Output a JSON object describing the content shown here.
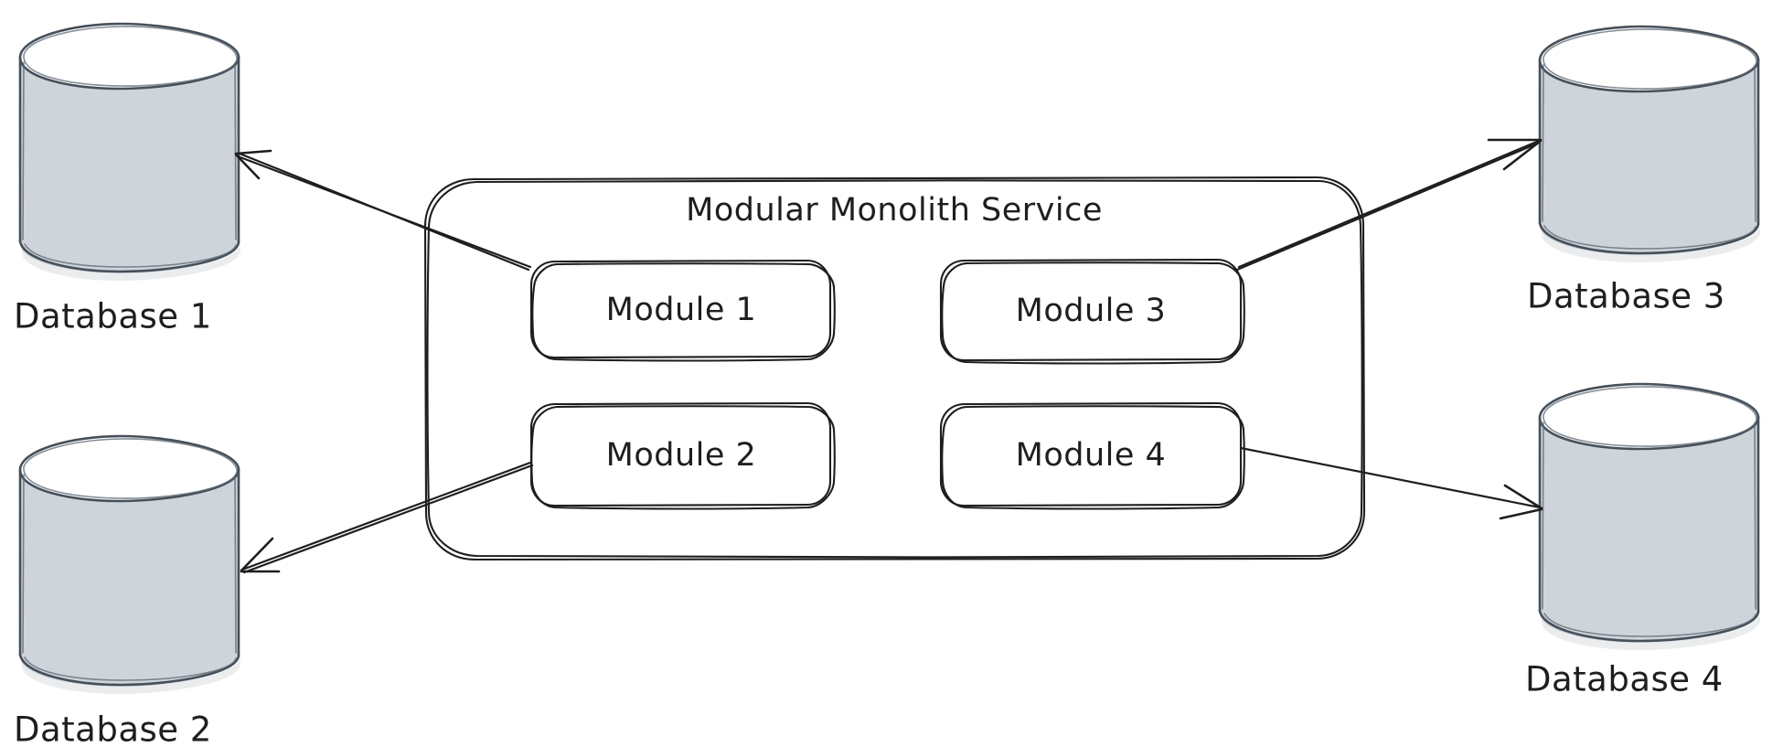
{
  "diagram": {
    "type": "architecture-diagram",
    "style": "hand-drawn-sketch",
    "background_color": "#ffffff",
    "stroke_color": "#1e1e1e",
    "database_fill_color": "#ced4da",
    "database_stroke_color": "#46505a",
    "module_fill_color": "#ffffff"
  },
  "container": {
    "title": "Modular Monolith Service",
    "shape": "rounded-rectangle"
  },
  "modules": [
    {
      "id": "module-1",
      "label": "Module 1",
      "row": 1,
      "column": 1
    },
    {
      "id": "module-3",
      "label": "Module 3",
      "row": 1,
      "column": 2
    },
    {
      "id": "module-2",
      "label": "Module 2",
      "row": 2,
      "column": 1
    },
    {
      "id": "module-4",
      "label": "Module 4",
      "row": 2,
      "column": 2
    }
  ],
  "databases": [
    {
      "id": "database-1",
      "label": "Database 1",
      "position": "top-left"
    },
    {
      "id": "database-2",
      "label": "Database 2",
      "position": "bottom-left"
    },
    {
      "id": "database-3",
      "label": "Database 3",
      "position": "top-right"
    },
    {
      "id": "database-4",
      "label": "Database 4",
      "position": "bottom-right"
    }
  ],
  "connections": [
    {
      "id": "conn-module1-database1",
      "from": "Module 1",
      "to": "Database 1",
      "direction": "to-database",
      "arrowhead": "at-database"
    },
    {
      "id": "conn-module2-database2",
      "from": "Module 2",
      "to": "Database 2",
      "direction": "to-database",
      "arrowhead": "at-database"
    },
    {
      "id": "conn-module3-database3",
      "from": "Module 3",
      "to": "Database 3",
      "direction": "to-database",
      "arrowhead": "at-database"
    },
    {
      "id": "conn-module4-database4",
      "from": "Module 4",
      "to": "Database 4",
      "direction": "to-database",
      "arrowhead": "at-database"
    }
  ]
}
